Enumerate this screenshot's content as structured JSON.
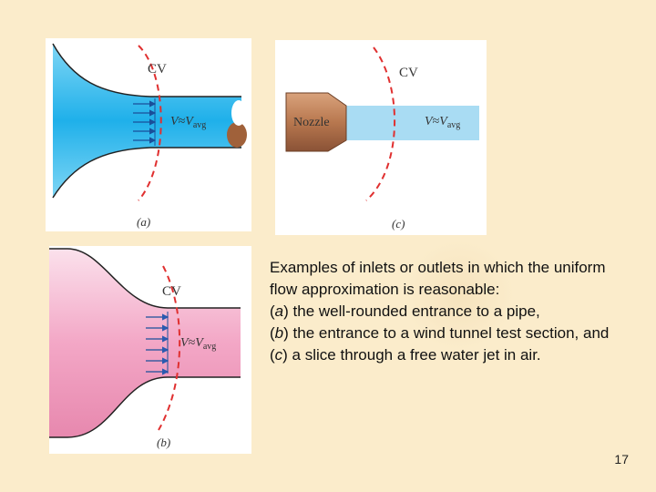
{
  "figures": {
    "a": {
      "cv_label": "CV",
      "v_label": "V",
      "approx": "≈",
      "v_sub_label": "V",
      "sub": "avg",
      "panel_label": "(a)"
    },
    "b": {
      "cv_label": "CV",
      "v_label": "V",
      "approx": "≈",
      "v_sub_label": "V",
      "sub": "avg",
      "panel_label": "(b)"
    },
    "c": {
      "cv_label": "CV",
      "nozzle_label": "Nozzle",
      "v_label": "V",
      "approx": "≈",
      "v_sub_label": "V",
      "sub": "avg",
      "panel_label": "(c)"
    }
  },
  "caption": {
    "line1": "Examples of inlets or outlets in which the uniform flow approximation is reasonable:",
    "item_a_prefix": "(",
    "item_a_letter": "a",
    "item_a_text": ") the well-rounded entrance to a pipe,",
    "item_b_prefix": "(",
    "item_b_letter": "b",
    "item_b_text": ") the entrance to a wind tunnel test section, and",
    "item_c_prefix": "(",
    "item_c_letter": "c",
    "item_c_text": ") a slice through a free water jet in air."
  },
  "page_number": "17",
  "colors": {
    "background": "#fbeccb",
    "blue_flow": "#2bb3e8",
    "pink_flow": "#f2a9c8",
    "cv_dash": "#e03030",
    "nozzle": "#b87a56"
  }
}
